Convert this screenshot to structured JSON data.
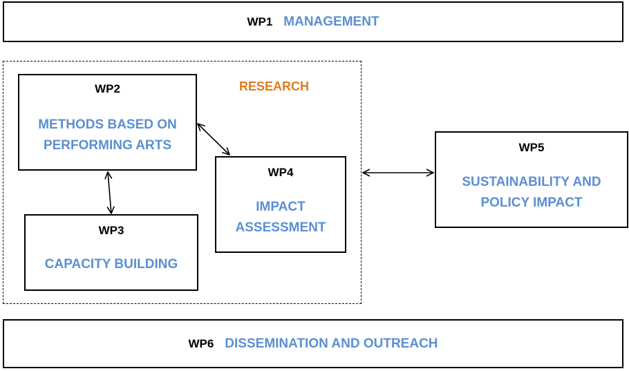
{
  "wp1": {
    "code": "WP1",
    "title": "MANAGEMENT"
  },
  "research": {
    "label": "RESEARCH"
  },
  "wp2": {
    "code": "WP2",
    "title_line1": "METHODS BASED ON",
    "title_line2": "PERFORMING ARTS"
  },
  "wp3": {
    "code": "WP3",
    "title": "CAPACITY BUILDING"
  },
  "wp4": {
    "code": "WP4",
    "title_line1": "IMPACT",
    "title_line2": "ASSESSMENT"
  },
  "wp5": {
    "code": "WP5",
    "title_line1": "SUSTAINABILITY AND",
    "title_line2": "POLICY IMPACT"
  },
  "wp6": {
    "code": "WP6",
    "title": "DISSEMINATION AND OUTREACH"
  },
  "colors": {
    "title_blue": "#5b8fd1",
    "research_orange": "#e07b1a"
  }
}
